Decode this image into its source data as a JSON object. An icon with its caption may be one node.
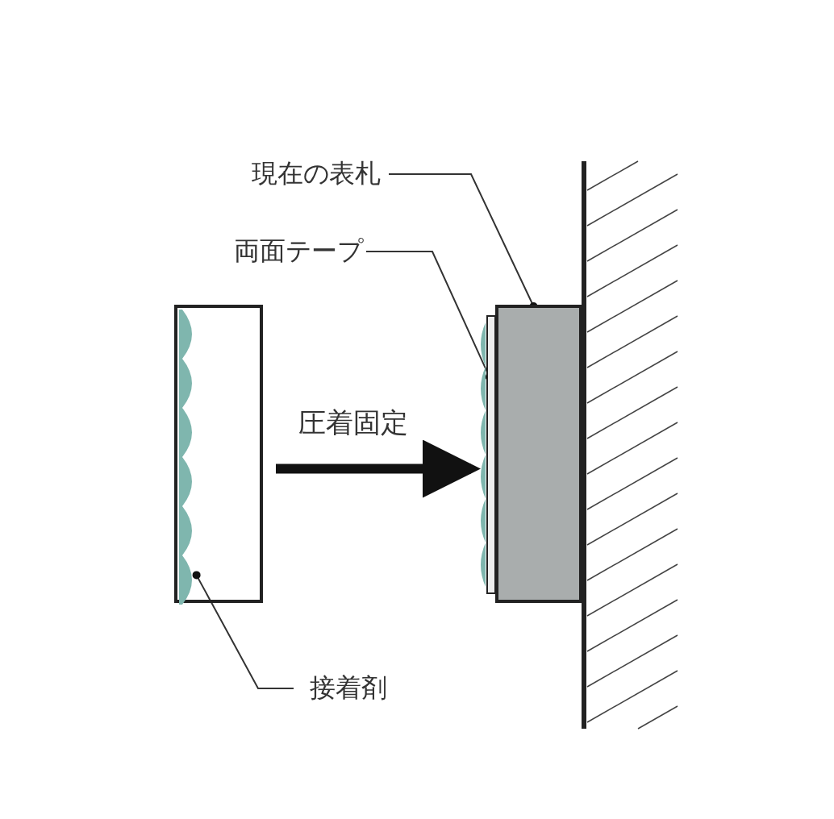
{
  "diagram": {
    "nodes": [
      {
        "text": [
          "現在の表札"
        ]
      },
      {
        "text": [
          "両面テープ"
        ]
      },
      {
        "text": [
          "接着剤"
        ]
      },
      {
        "text": [],
        "shape": "box"
      },
      {
        "text": [],
        "shape": "picture",
        "in": 3
      },
      {
        "text": [],
        "shape": "bar"
      },
      {
        "text": [],
        "shape": "box"
      }
    ],
    "edges": [
      {
        "from": 0,
        "to": 6,
        "arrow": "other"
      },
      {
        "from": 1,
        "to": 5,
        "arrow": "other"
      },
      {
        "from": 2,
        "to": 4,
        "arrow": "other"
      },
      {
        "from": 3,
        "to": 5,
        "arrow": "to",
        "style": "thick",
        "label": "圧着固定"
      }
    ]
  }
}
